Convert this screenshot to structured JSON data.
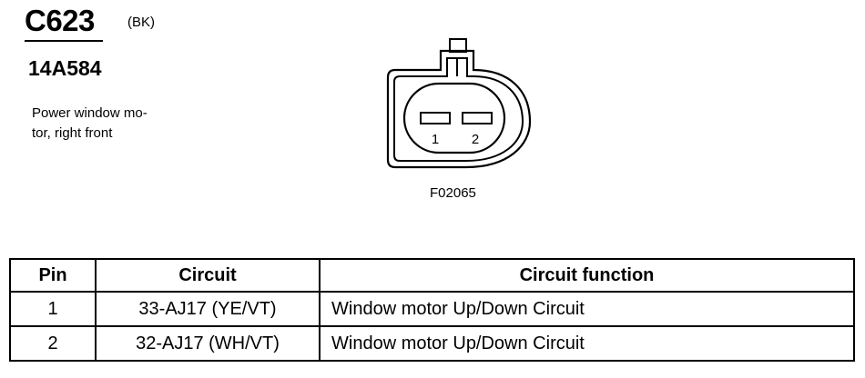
{
  "connector": {
    "id": "C623",
    "color": "(BK)",
    "part_number": "14A584",
    "description": [
      "Power window mo-",
      "tor, right front"
    ]
  },
  "figure": {
    "id": "F02065",
    "pins": [
      "1",
      "2"
    ]
  },
  "table": {
    "headers": [
      "Pin",
      "Circuit",
      "Circuit function"
    ],
    "rows": [
      [
        "1",
        "33-AJ17 (YE/VT)",
        "Window motor Up/Down Circuit"
      ],
      [
        "2",
        "32-AJ17 (WH/VT)",
        "Window motor Up/Down Circuit"
      ]
    ]
  }
}
